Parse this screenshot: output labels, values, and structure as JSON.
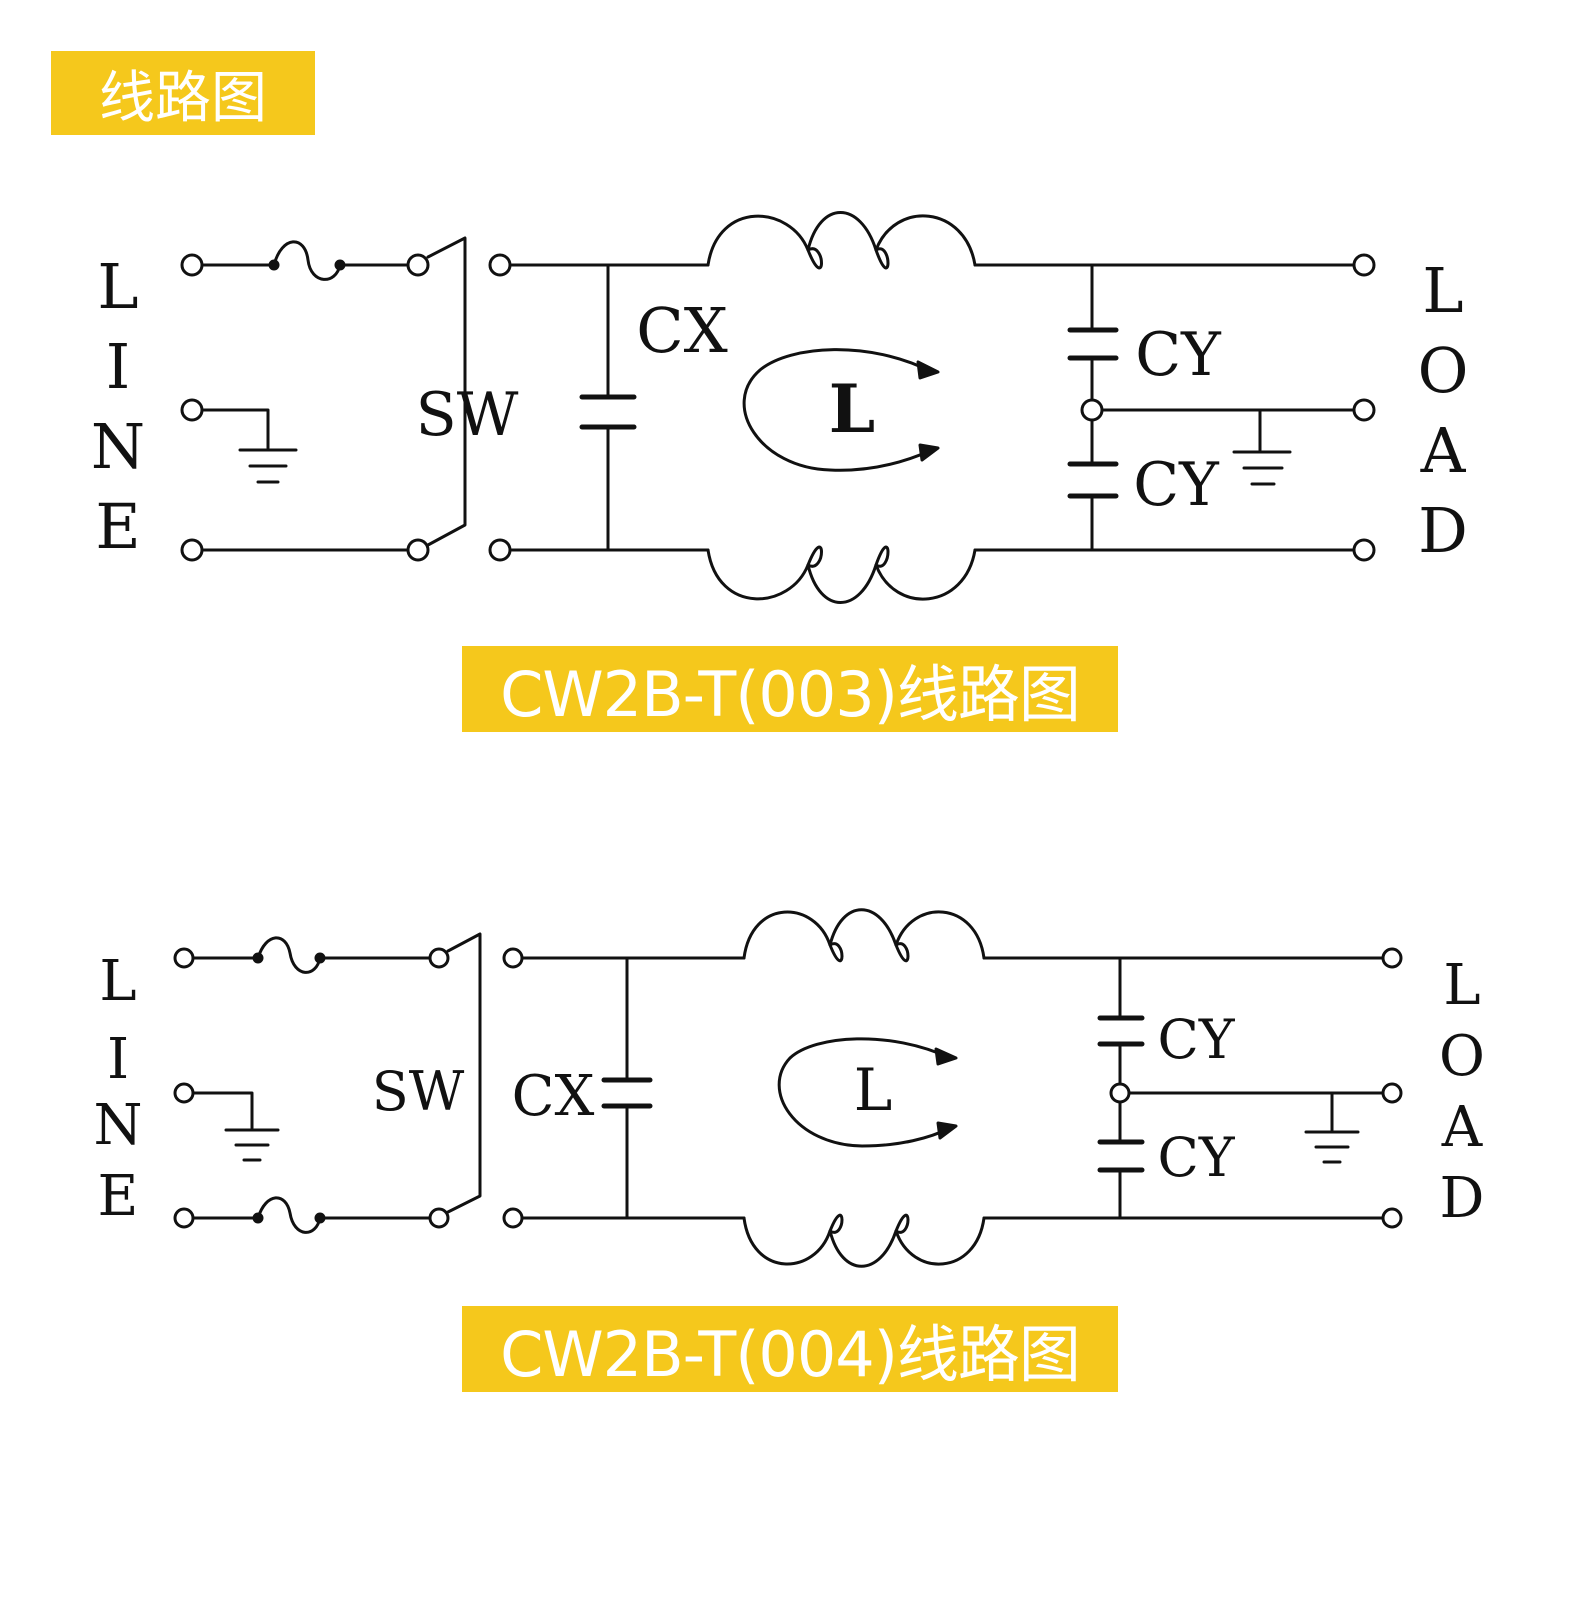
{
  "header": {
    "title": "线路图"
  },
  "labels": {
    "line": "LINE",
    "load": "LOAD",
    "sw": "SW",
    "cx": "CX",
    "cy": "CY",
    "l": "L"
  },
  "diagrams": [
    {
      "caption": "CW2B-T(003)线路图"
    },
    {
      "caption": "CW2B-T(004)线路图"
    }
  ],
  "colors": {
    "banner": "#f5c81c",
    "banner_text": "#ffffff",
    "line": "#111111"
  }
}
